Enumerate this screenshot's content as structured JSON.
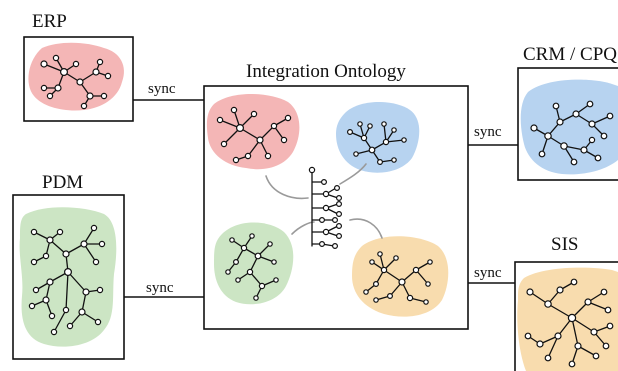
{
  "labels": {
    "erp": "ERP",
    "pdm": "PDM",
    "ontology": "Integration Ontology",
    "crm": "CRM / CPQ",
    "sis": "SIS",
    "sync": "sync"
  },
  "colors": {
    "red": "#f4b6b6",
    "blue": "#b7d3f0",
    "green": "#cce5c4",
    "orange": "#f8dcae",
    "link": "#9a9a9a",
    "line": "#111111"
  }
}
